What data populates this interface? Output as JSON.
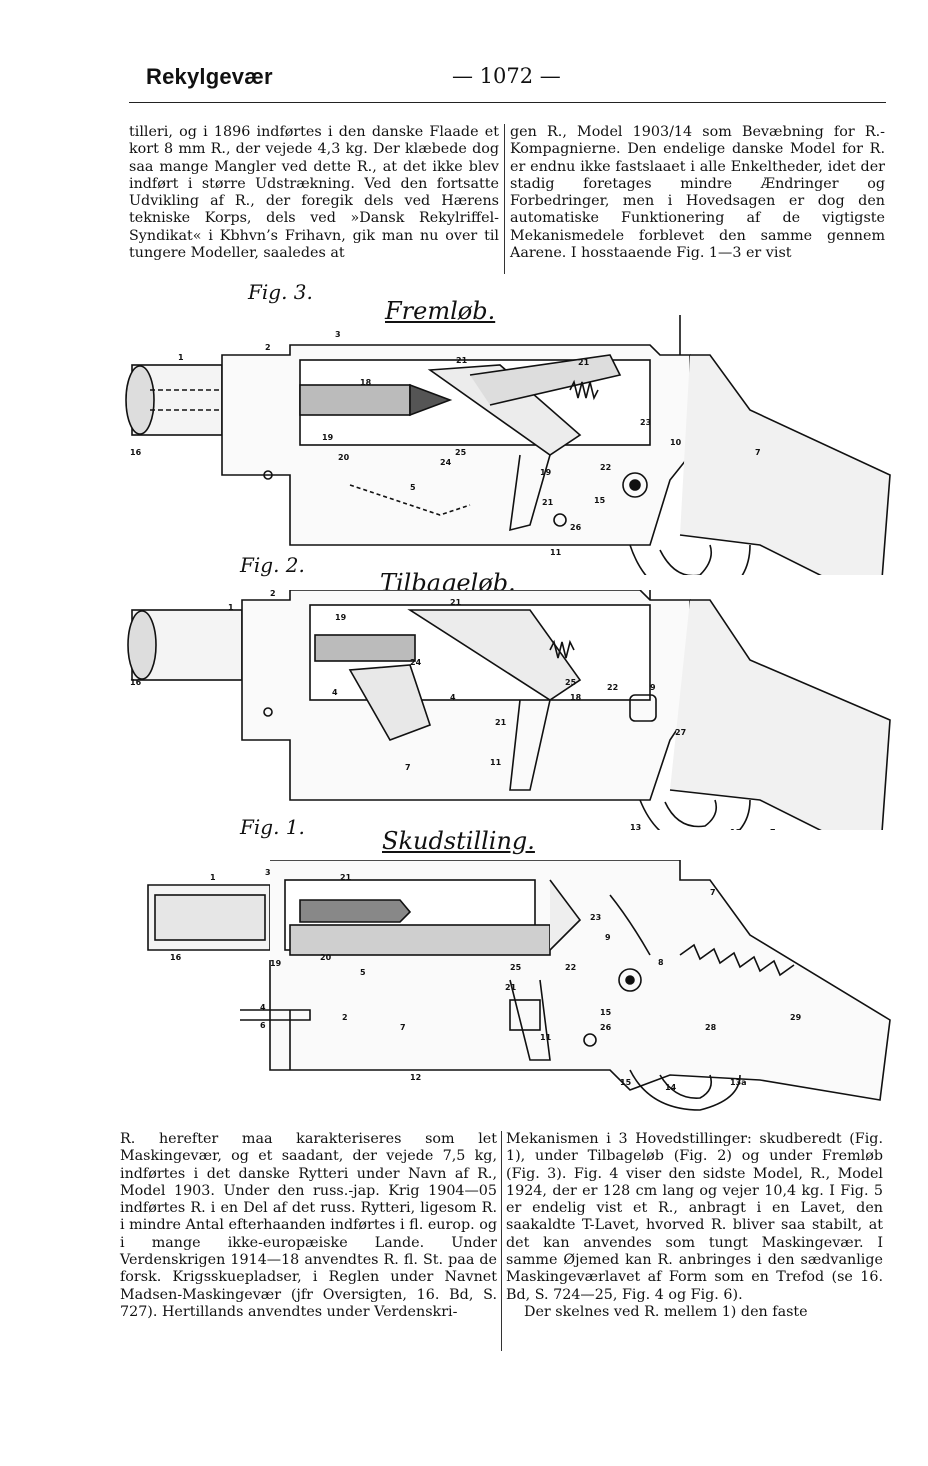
{
  "header": {
    "title": "Rekylgevær",
    "page_number": "— 1072 —"
  },
  "text": {
    "top_left": "tilleri, og i 1896 indførtes i den danske Flaade et kort 8 mm R., der vejede 4,3 kg. Der klæbede dog saa mange Mangler ved dette R., at det ikke blev indført i større Udstrækning. Ved den fortsatte Udvikling af R., der foregik dels ved Hærens tekniske Korps, dels ved »Dansk Rekylriffel-Syndikat« i Kbhvn’s Frihavn, gik man nu over til tungere Modeller, saaledes at",
    "top_right": "gen R., Model 1903/14 som Bevæbning for R.-Kompagnierne. Den endelige danske Model for R. er endnu ikke fastslaaet i alle Enkeltheder, idet der stadig foretages mindre Ændringer og Forbedringer, men i Hovedsagen er dog den automatiske Funktionering af de vigtigste Mekanismedele forblevet den samme gennem Aarene. I hosstaaende Fig. 1—3 er vist",
    "bottom_left": "R. herefter maa karakteriseres som let Maskingevær, og et saadant, der vejede 7,5 kg, indførtes i det danske Rytteri under Navn af R., Model 1903. Under den russ.-jap. Krig 1904—05 indførtes R. i en Del af det russ. Rytteri, ligesom R. i mindre Antal efterhaanden indførtes i fl. europ. og i mange ikke-europæiske Lande. Under Verdenskrigen 1914—18 anvendtes R. fl. St. paa de forsk. Krigsskuepladser, i Reglen under Navnet Madsen-Maskingevær (jfr Oversigten, 16. Bd, S. 727). Hertillands anvendtes under Verdenskri-",
    "bottom_right_p1": "Mekanismen i 3 Hovedstillinger: skudberedt (Fig. 1), under Tilbageløb (Fig. 2) og under Fremløb (Fig. 3). Fig. 4 viser den sidste Model, R., Model 1924, der er 128 cm lang og vejer 10,4 kg. I Fig. 5 er endelig vist et R., anbragt i en Lavet, den saakaldte T-Lavet, hvorved R. bliver saa stabilt, at det kan anvendes som tungt Maskingevær. I samme Øjemed kan R. anbringes i den sædvanlige Maskingeværlavet af Form som en Trefod (se 16. Bd, S. 724—25, Fig. 4 og Fig. 6).",
    "bottom_right_p2": "Der skelnes ved R. mellem 1) den faste"
  },
  "figures": {
    "fig3": {
      "label": "Fig. 3.",
      "caption": "Fremløb."
    },
    "fig2": {
      "label": "Fig. 2.",
      "caption": "Tilbageløb."
    },
    "fig1": {
      "label": "Fig. 1.",
      "caption": "Skudstilling."
    }
  }
}
